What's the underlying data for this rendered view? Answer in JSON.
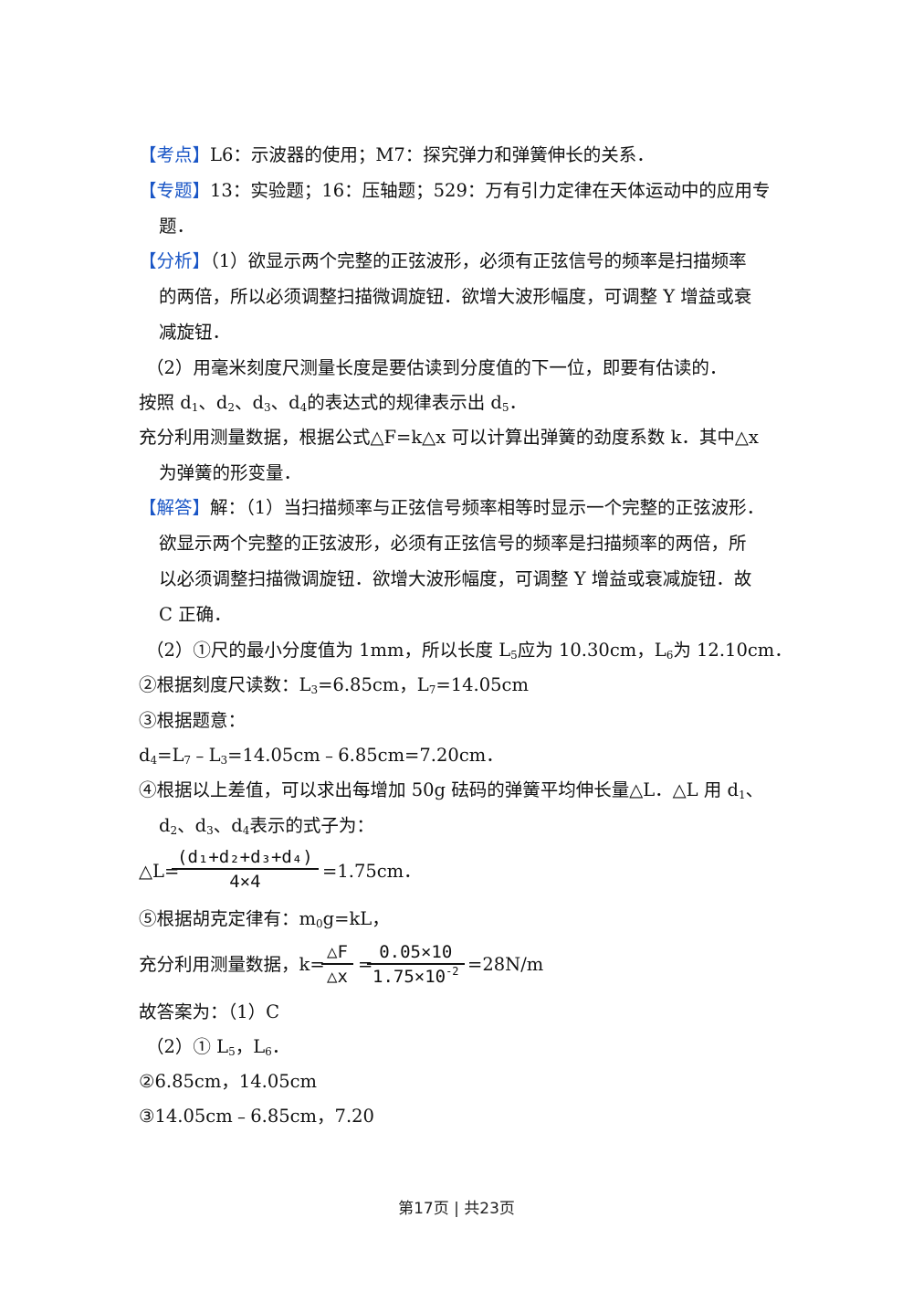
{
  "kaodian": {
    "tag": "【考点】",
    "text": "L6：示波器的使用；M7：探究弹力和弹簧伸长的关系．"
  },
  "zhuanti": {
    "tag": "【专题】",
    "text1": "13：实验题；16：压轴题；529：万有引力定律在天体运动中的应用专",
    "text2": "题．"
  },
  "fenxi": {
    "tag": "【分析】",
    "l1": "（1）欲显示两个完整的正弦波形，必须有正弦信号的频率是扫描频率",
    "l2": "的两倍，所以必须调整扫描微调旋钮．欲增大波形幅度，可调整 Y 增益或衰",
    "l3": "减旋钮．",
    "l4": "（2）用毫米刻度尺测量长度是要估读到分度值的下一位，即要有估读的．",
    "l5_pre": "按照 d",
    "l5_s1": "1",
    "l5_m1": "、d",
    "l5_s2": "2",
    "l5_m2": "、d",
    "l5_s3": "3",
    "l5_m3": "、d",
    "l5_s4": "4",
    "l5_m4": "的表达式的规律表示出 d",
    "l5_s5": "5",
    "l5_end": "．",
    "l6": "充分利用测量数据，根据公式△F=k△x 可以计算出弹簧的劲度系数 k．其中△x",
    "l7": "为弹簧的形变量．"
  },
  "jieda": {
    "tag": "【解答】",
    "l1": "解：（1）当扫描频率与正弦信号频率相等时显示一个完整的正弦波形．",
    "l2": "欲显示两个完整的正弦波形，必须有正弦信号的频率是扫描频率的两倍，所",
    "l3": "以必须调整扫描微调旋钮．欲增大波形幅度，可调整 Y 增益或衰减旋钮．故",
    "l4": "C 正确．",
    "l5_pre": "（2）①尺的最小分度值为 1mm，所以长度 L",
    "l5_s1": "5",
    "l5_mid": "应为 10.30cm，L",
    "l5_s2": "6",
    "l5_end": "为 12.10cm．",
    "l6_pre": "②根据刻度尺读数：L",
    "l6_s1": "3",
    "l6_mid": "=6.85cm，L",
    "l6_s2": "7",
    "l6_end": "=14.05cm",
    "l7": "③根据题意：",
    "l8_pre": "d",
    "l8_s1": "4",
    "l8_m1": "=L",
    "l8_s2": "7",
    "l8_m2": "﹣L",
    "l8_s3": "3",
    "l8_end": "=14.05cm﹣6.85cm=7.20cm．",
    "l9_pre": "④根据以上差值，可以求出每增加 50g 砝码的弹簧平均伸长量△L．△L 用 d",
    "l9_s1": "1",
    "l9_end": "、",
    "l10_pre": "d",
    "l10_s1": "2",
    "l10_m1": "、d",
    "l10_s2": "3",
    "l10_m2": "、d",
    "l10_s3": "4",
    "l10_end": "表示的式子为：",
    "f1_lhs": "△L=",
    "f1_num": "(d₁+d₂+d₃+d₄)",
    "f1_den": "4×4",
    "f1_rhs": "=1.75cm．",
    "l12_pre": "⑤根据胡克定律有：m",
    "l12_s1": "0",
    "l12_end": "g=kL，",
    "f2_lhs": "充分利用测量数据，k=",
    "f2a_num": "△F",
    "f2a_den": "△x",
    "f2_eq": "=",
    "f2b_num": "0.05×10",
    "f2b_den_pre": "1.75×10",
    "f2b_den_sup": "-2",
    "f2_rhs": "=28N/m"
  },
  "answer": {
    "l1": "故答案为：（1）C",
    "l2_pre": "（2）① L",
    "l2_s1": "5",
    "l2_mid": "，L",
    "l2_s2": "6",
    "l2_end": "．",
    "l3": "②6.85cm，14.05cm",
    "l4": "③14.05cm﹣6.85cm，7.20"
  },
  "footer": {
    "text": "第17页 | 共23页"
  }
}
